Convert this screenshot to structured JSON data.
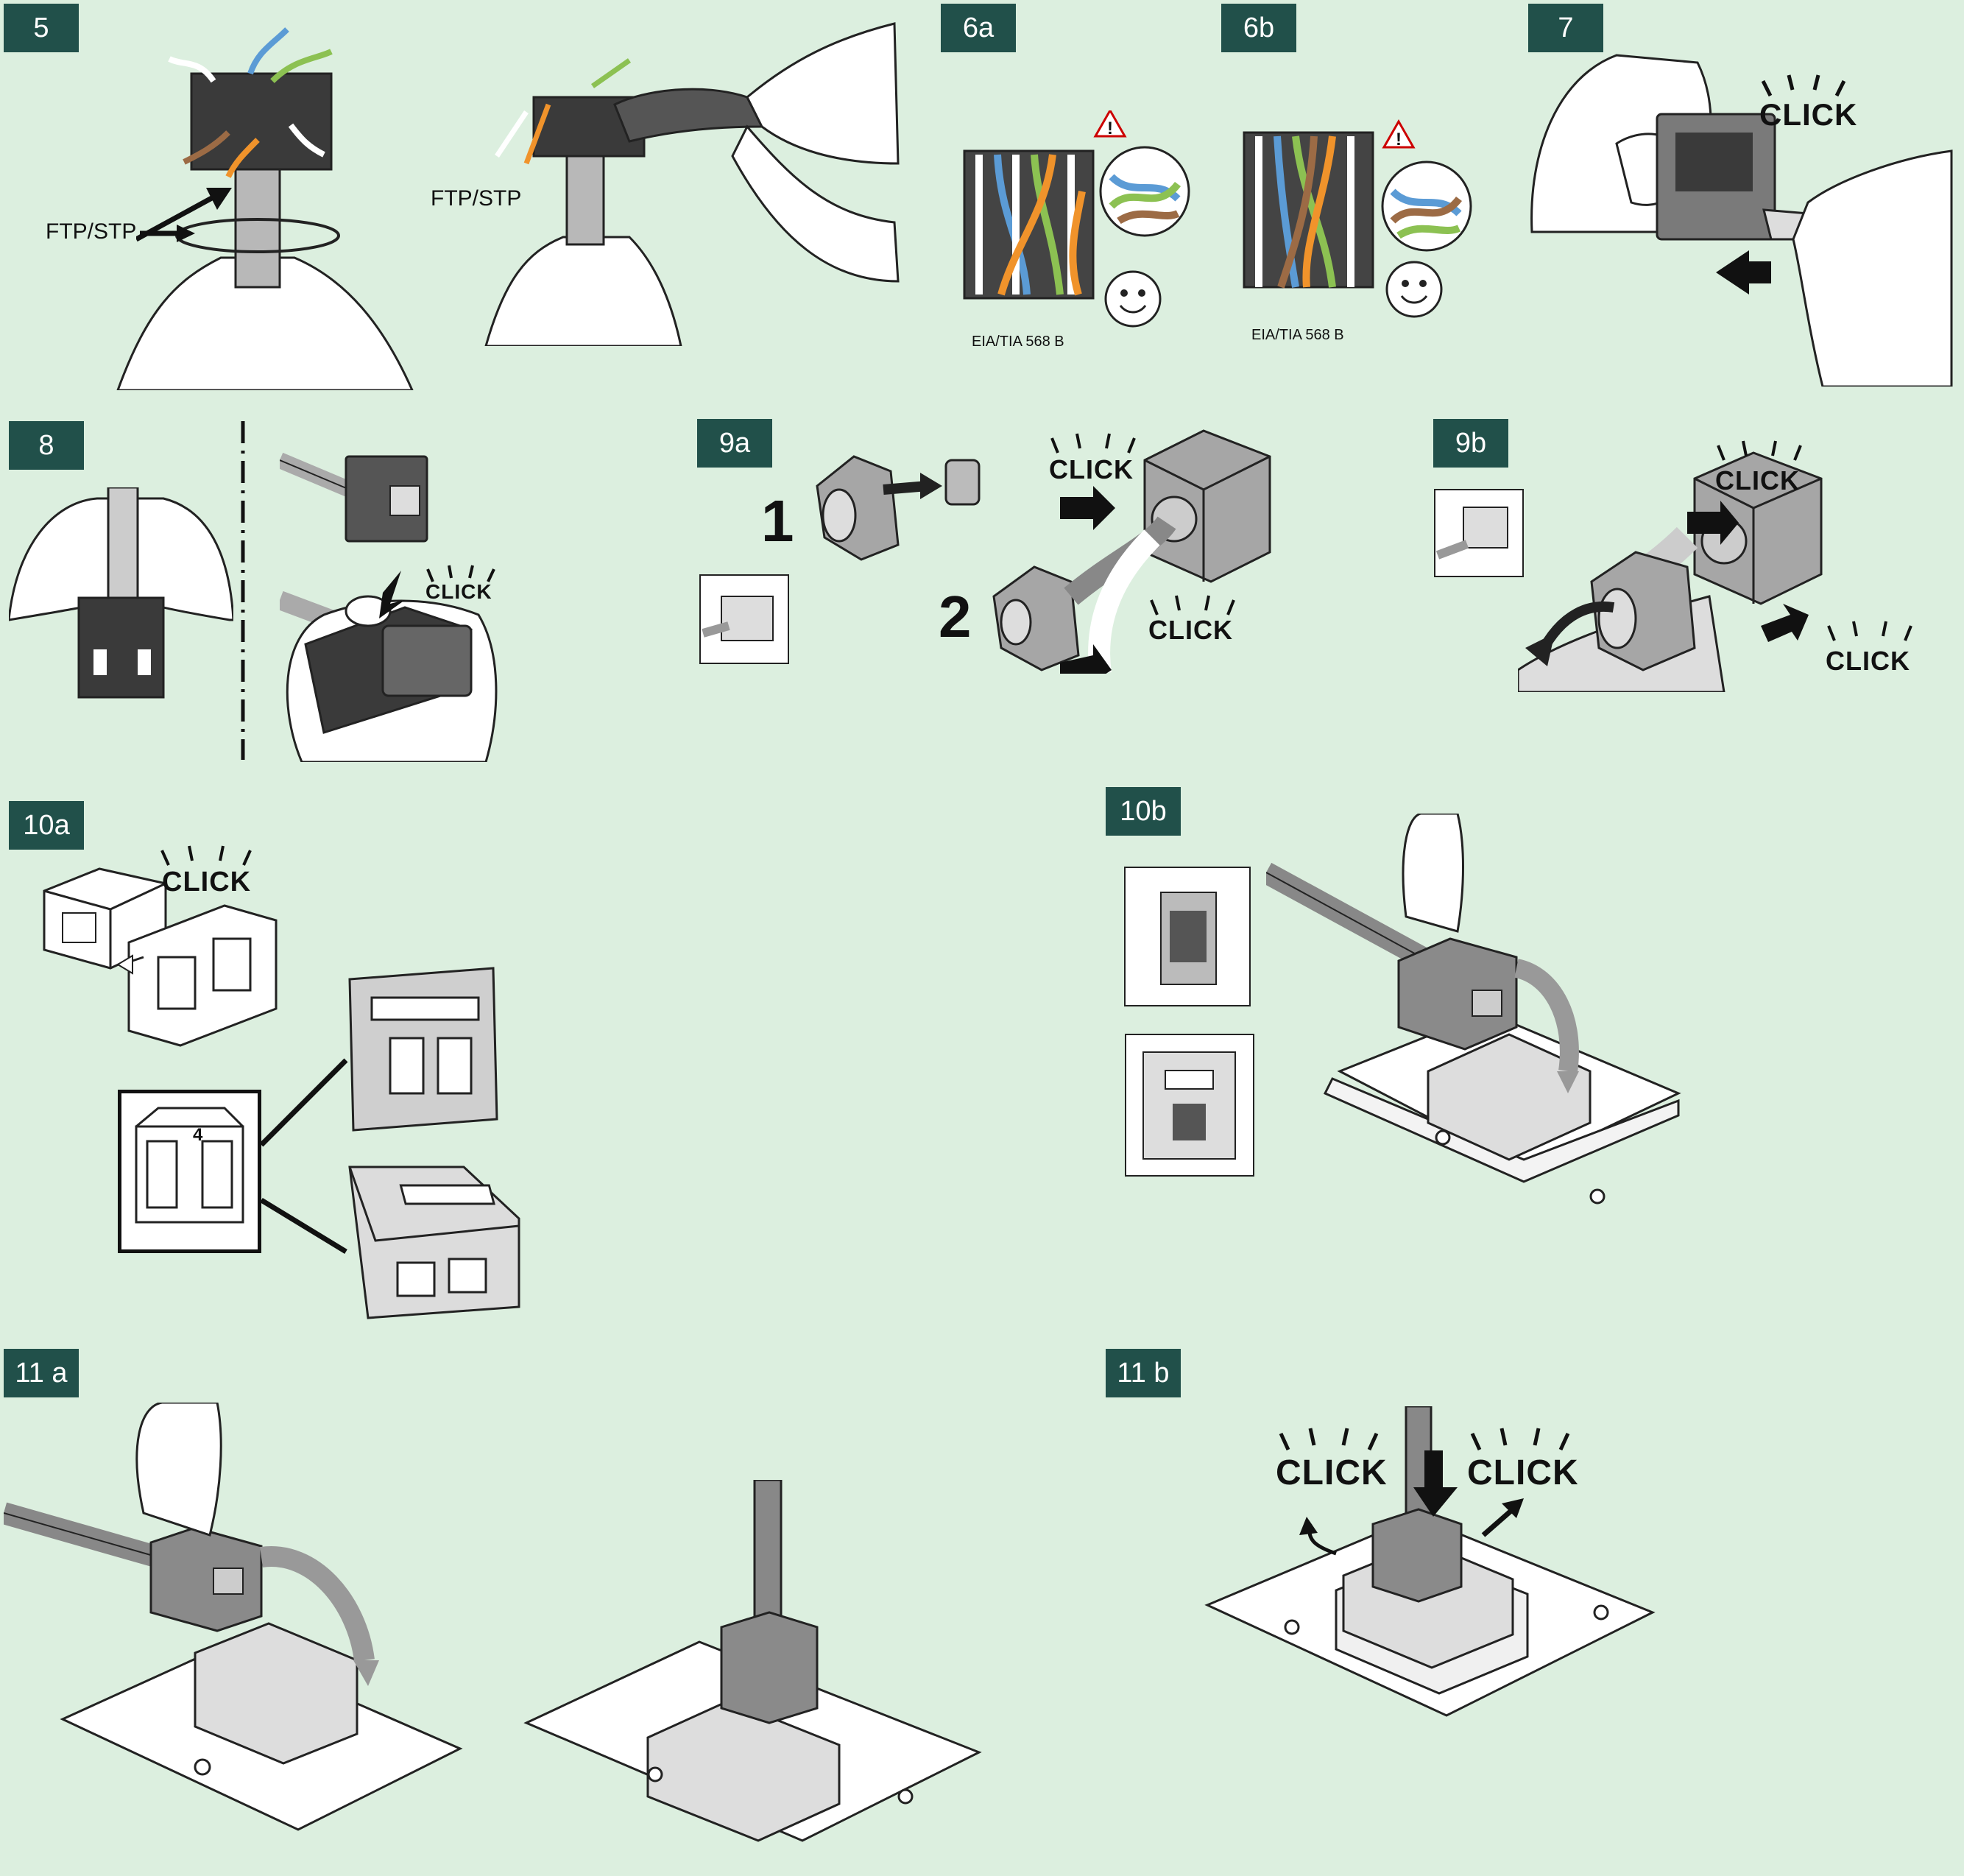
{
  "steps": {
    "s5": "5",
    "s6a": "6a",
    "s6b": "6b",
    "s7": "7",
    "s8": "8",
    "s9a": "9a",
    "s9b": "9b",
    "s10a": "10a",
    "s10b": "10b",
    "s11a": "11 a",
    "s11b": "11 b"
  },
  "labels": {
    "ftp_stp_1": "FTP/STP",
    "ftp_stp_2": "FTP/STP",
    "standard_6a": "EIA/TIA 568 B",
    "standard_6b": "EIA/TIA 568 B",
    "substep_1": "1",
    "substep_2": "2",
    "module_number": "4"
  },
  "click_text": "CLICK",
  "colors": {
    "background": "#dcefdf",
    "badge": "#21504a",
    "wire_blue": "#5b9bd5",
    "wire_green": "#8cc152",
    "wire_orange": "#f0932b",
    "wire_brown": "#9c6b45"
  }
}
